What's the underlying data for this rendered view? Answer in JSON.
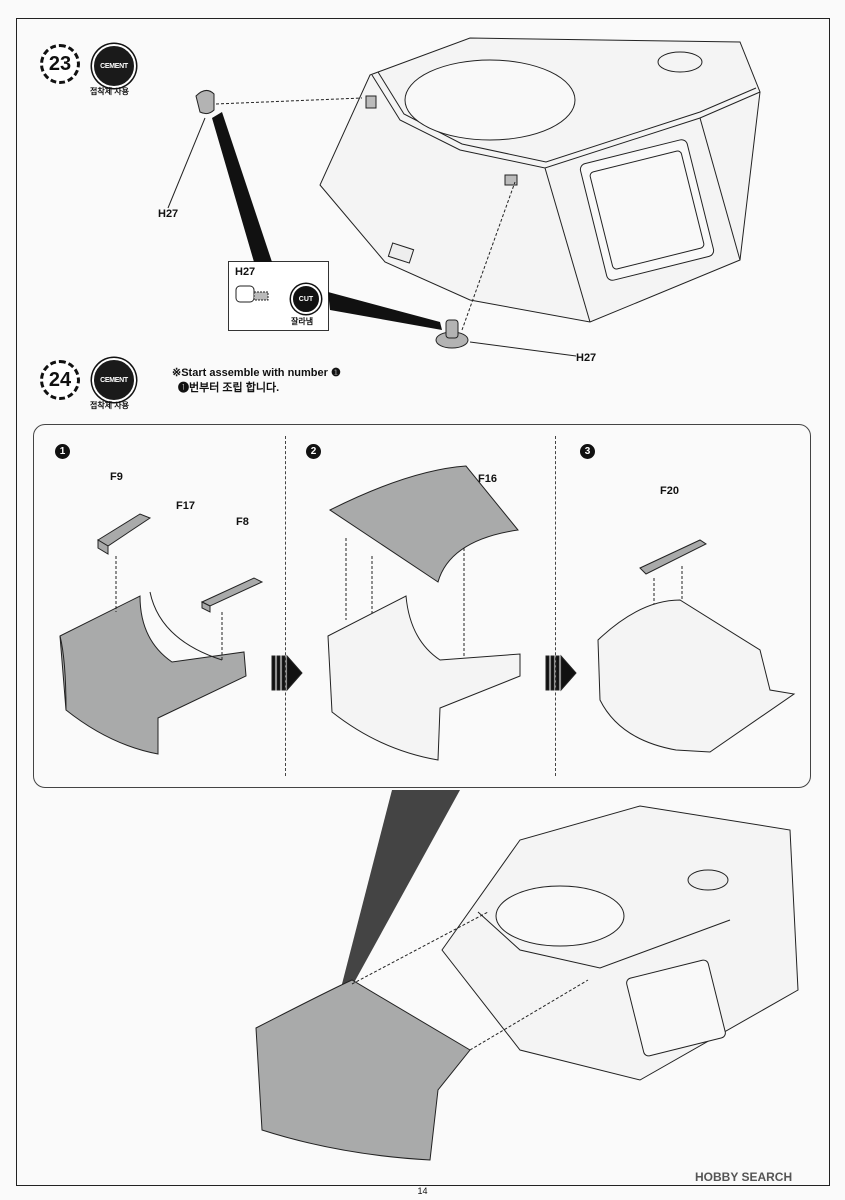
{
  "step23": {
    "number": "23",
    "cement_icon": "CEMENT",
    "cement_caption": "접착제 사용",
    "part_top": "H27",
    "part_bottom": "H27",
    "cutbox_part": "H27",
    "cut_icon": "CUT",
    "cut_caption": "잘라냄"
  },
  "step24": {
    "number": "24",
    "cement_icon": "CEMENT",
    "cement_caption": "접착제 사용",
    "note_en": "※Start assemble with number ❶",
    "note_kr": "❶번부터 조립 합니다.",
    "sub1": {
      "num": "1",
      "parts": [
        "F9",
        "F17",
        "F8"
      ]
    },
    "sub2": {
      "num": "2",
      "part": "F16"
    },
    "sub3": {
      "num": "3",
      "part": "F20"
    }
  },
  "page_number": "14",
  "watermark": "HOBBY SEARCH",
  "colors": {
    "part_gray": "#a9aaaa",
    "hull_white": "#f4f4f4",
    "line": "#222222"
  }
}
